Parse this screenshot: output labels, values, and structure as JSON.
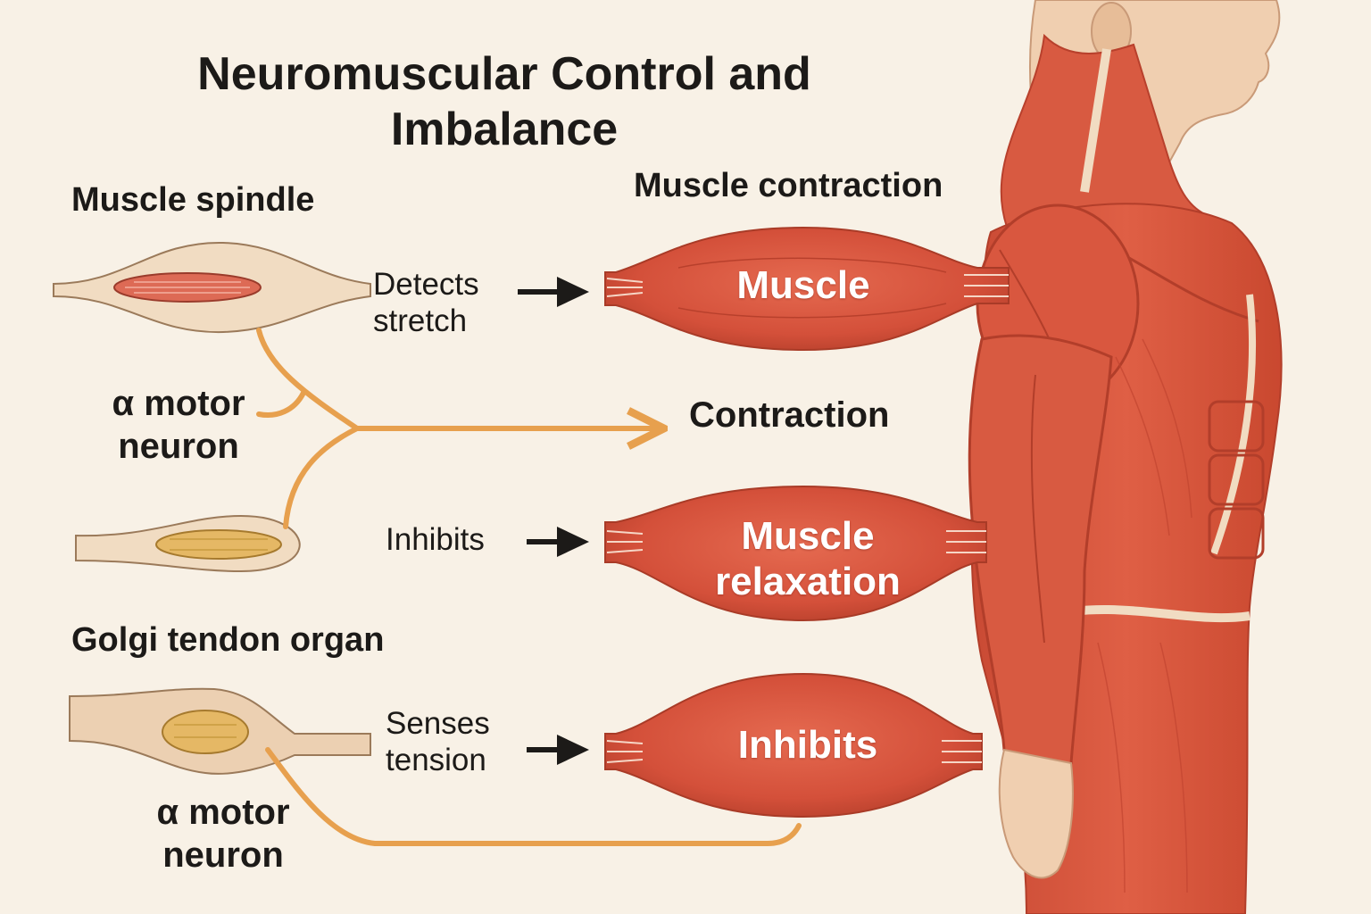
{
  "title": "Neuromuscular Control and\nImbalance",
  "labels": {
    "muscle_spindle": "Muscle spindle",
    "muscle_contraction": "Muscle contraction",
    "detects_stretch": "Detects\nstretch",
    "alpha_motor_neuron_top": "α motor\nneuron",
    "contraction": "Contraction",
    "inhibits_step": "Inhibits",
    "golgi_tendon_organ": "Golgi tendon organ",
    "senses_tension": "Senses\ntension",
    "alpha_motor_neuron_bottom": "α motor\nneuron"
  },
  "muscles": {
    "top": "Muscle",
    "middle": "Muscle\nrelaxation",
    "bottom": "Inhibits"
  },
  "colors": {
    "background": "#f8f1e6",
    "muscle": "#d9573f",
    "muscle_dark": "#b8402c",
    "nerve": "#e7a04e",
    "tendon": "#f1dcc2",
    "skin": "#f0cfb0",
    "text": "#1c1a18"
  }
}
